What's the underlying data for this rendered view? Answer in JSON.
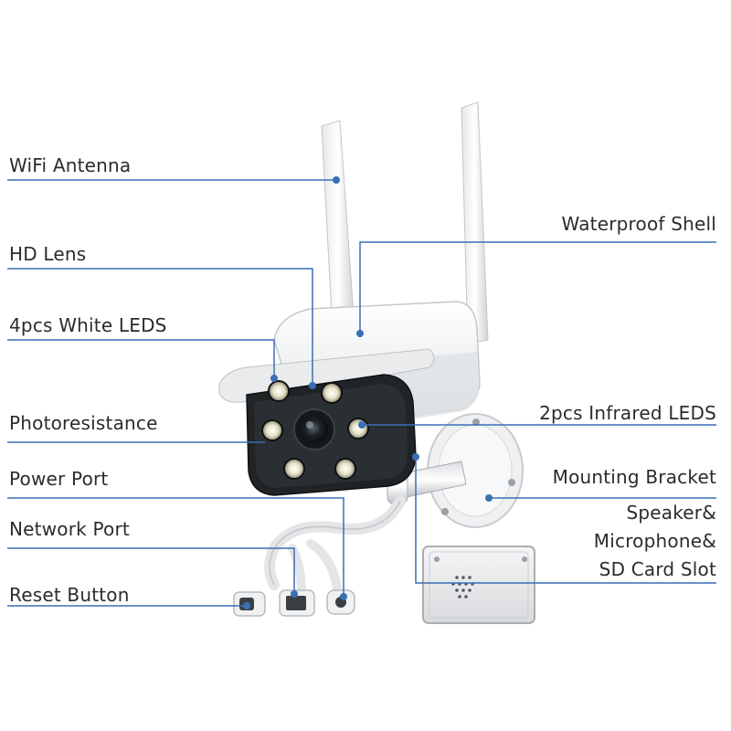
{
  "labels": {
    "wifi_antenna": "WiFi Antenna",
    "hd_lens": "HD Lens",
    "white_leds": "4pcs White LEDS",
    "photoresistance": "Photoresistance",
    "power_port": "Power Port",
    "network_port": "Network Port",
    "reset_button": "Reset Button",
    "waterproof_shell": "Waterproof Shell",
    "infrared_leds": "2pcs Infrared LEDS",
    "mounting_bracket": "Mounting Bracket",
    "speaker_line1": "Speaker&",
    "speaker_line2": "Microphone&",
    "speaker_line3": "SD Card Slot"
  },
  "colors": {
    "leader_line": "#3a6fb5",
    "label_text": "#2b2b2b",
    "camera_face": "#202427",
    "camera_body": "#f2f3f4"
  }
}
